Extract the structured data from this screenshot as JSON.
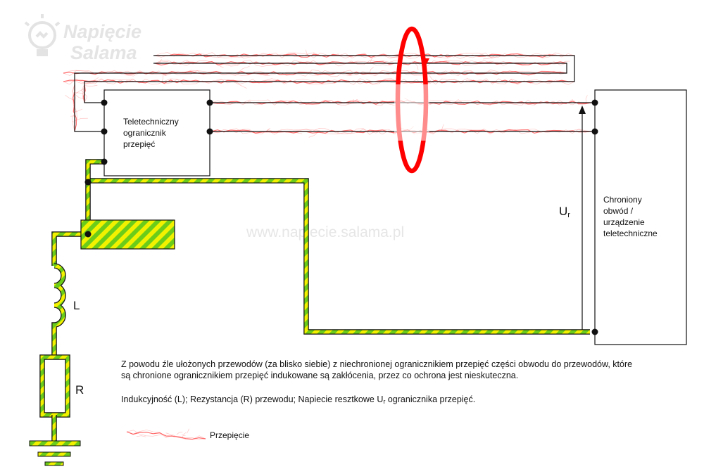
{
  "logo": {
    "line1": "Napięcie",
    "line2": "Salama"
  },
  "watermark": "www.napiecie.salama.pl",
  "limiter_box": {
    "lines": [
      "Teletechniczny",
      "ogranicznik",
      "przepięć"
    ]
  },
  "device_box": {
    "lines": [
      "Chroniony",
      "obwód /",
      "urządzenie",
      "teletechniczne"
    ]
  },
  "labels": {
    "inductance": "L",
    "resistance": "R",
    "voltage": "U",
    "voltage_sub": "r"
  },
  "description": {
    "line1": "Z powodu źle ułożonych przewodów (za blisko siebie) z niechronionej ogranicznikiem przepięć części obwodu do przewodów, które",
    "line2": "są chronione ogranicznikiem przepięć indukowane są zakłócenia, przez co ochrona jest nieskuteczna.",
    "line3": "Indukcyjność (L); Rezystancja (R) przewodu; Napiecie resztkowe  U",
    "line3_sub": "r",
    "line3_end": " ogranicznika przepięć."
  },
  "legend": {
    "label": "Przepięcie"
  },
  "colors": {
    "earth_green": "#6ccc1a",
    "earth_yellow": "#f2f200",
    "surge": "#ff4444",
    "loop": "#ff0000"
  }
}
